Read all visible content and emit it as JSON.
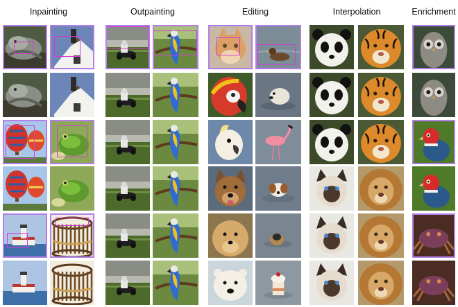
{
  "headers": {
    "inpainting": "Inpainting",
    "outpainting": "Outpainting",
    "editing": "Editing",
    "interpolation": "Interpolation",
    "enrichment": "Enrichment"
  },
  "colors": {
    "mask_outline": "#d23bd2",
    "tile_frame": "#b37ee8",
    "background": "#ffffff"
  },
  "image_subjects": {
    "inpainting_left": [
      "iguana",
      "iguana",
      "hot air balloons",
      "hot air balloons",
      "lighthouse",
      "lighthouse"
    ],
    "inpainting_right": [
      "house roof",
      "house roof",
      "frog",
      "frog",
      "wicker basket",
      "wicker basket"
    ],
    "outpainting_left": [
      "go-kart",
      "go-kart",
      "go-kart",
      "go-kart",
      "go-kart",
      "go-kart"
    ],
    "outpainting_right": [
      "macaw",
      "macaw",
      "macaw",
      "macaw",
      "macaw",
      "macaw"
    ],
    "editing_left": [
      "cat",
      "macaw",
      "cockatoo",
      "dog",
      "terrier",
      "polar bear"
    ],
    "editing_right": [
      "duck",
      "seal",
      "flamingo",
      "dog swimming",
      "terrier swimming",
      "ice cream"
    ],
    "interpolation_left": [
      "panda",
      "panda",
      "panda",
      "siamese cat",
      "siamese cat",
      "siamese cat"
    ],
    "interpolation_right": [
      "tiger",
      "tiger",
      "tiger",
      "lion",
      "lion",
      "lion"
    ],
    "enrichment": [
      "owl",
      "owl",
      "pheasant",
      "pheasant",
      "crab",
      "crab"
    ]
  }
}
